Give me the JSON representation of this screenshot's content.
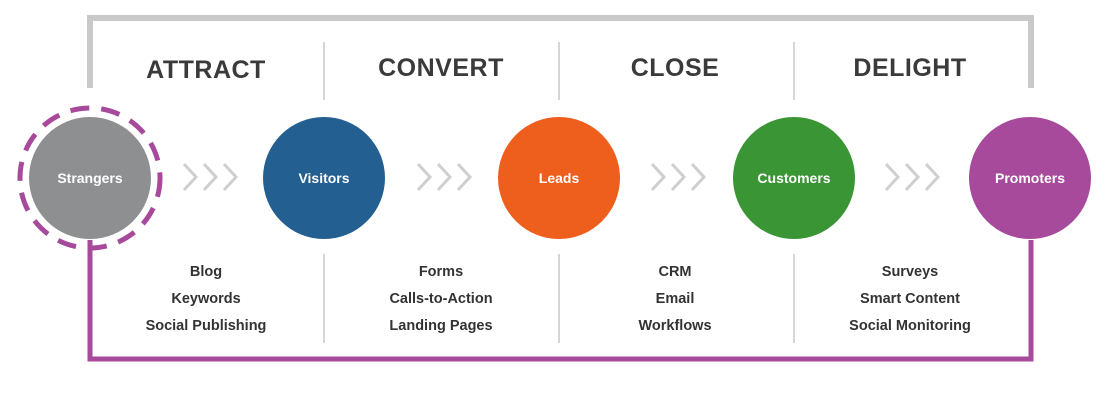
{
  "stages": [
    {
      "title": "ATTRACT",
      "tools": [
        "Blog",
        "Keywords",
        "Social Publishing"
      ]
    },
    {
      "title": "CONVERT",
      "tools": [
        "Forms",
        "Calls-to-Action",
        "Landing Pages"
      ]
    },
    {
      "title": "CLOSE",
      "tools": [
        "CRM",
        "Email",
        "Workflows"
      ]
    },
    {
      "title": "DELIGHT",
      "tools": [
        "Surveys",
        "Smart Content",
        "Social Monitoring"
      ]
    }
  ],
  "nodes": [
    {
      "label": "Strangers",
      "color": "#8e8f91"
    },
    {
      "label": "Visitors",
      "color": "#245f91"
    },
    {
      "label": "Leads",
      "color": "#ee5f1d"
    },
    {
      "label": "Customers",
      "color": "#3a9535"
    },
    {
      "label": "Promoters",
      "color": "#a74a9c"
    }
  ],
  "colors": {
    "top_bracket": "#c9c9c9",
    "bottom_loop": "#a74a9c",
    "dashed_ring": "#a74a9c",
    "chevrons": "#cfcfcf",
    "dividers": "#d6d6d6"
  }
}
